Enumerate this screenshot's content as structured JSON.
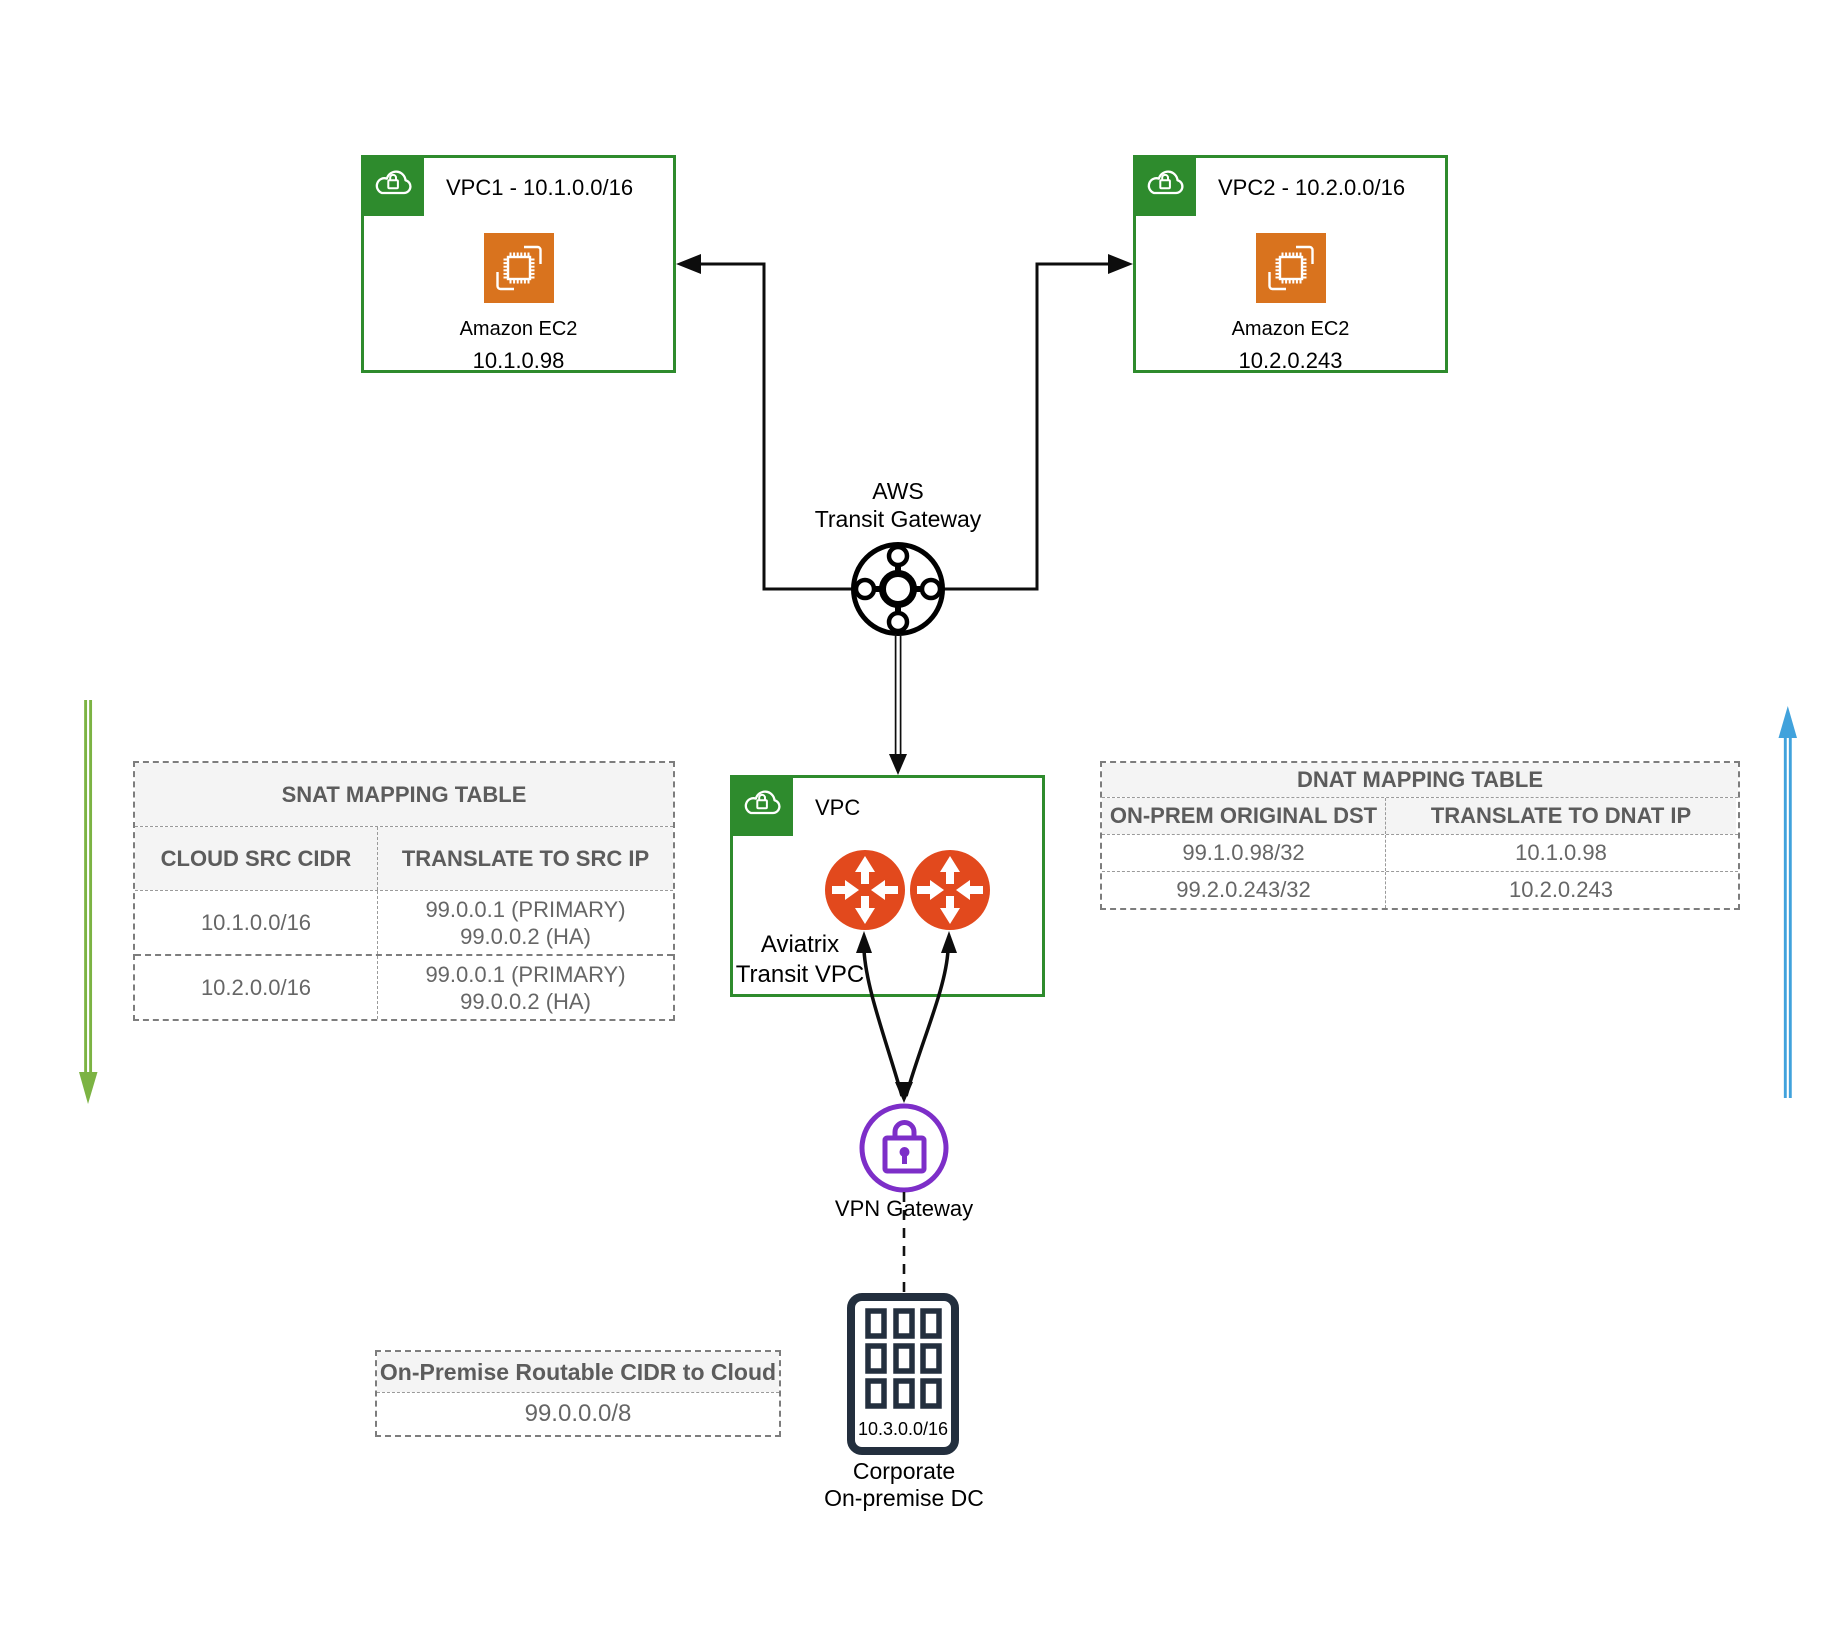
{
  "diagram": {
    "vpc1": {
      "title": "VPC1 - 10.1.0.0/16",
      "service": "Amazon EC2",
      "ip": "10.1.0.98"
    },
    "vpc2": {
      "title": "VPC2 - 10.2.0.0/16",
      "service": "Amazon EC2",
      "ip": "10.2.0.243"
    },
    "transit_gateway": {
      "label_line1": "AWS",
      "label_line2": "Transit Gateway"
    },
    "transit_vpc": {
      "title": "VPC",
      "label_line1": "Aviatrix",
      "label_line2": "Transit VPC"
    },
    "vpn_gateway": {
      "label": "VPN Gateway"
    },
    "datacenter": {
      "cidr": "10.3.0.0/16",
      "label_line1": "Corporate",
      "label_line2": "On-premise DC"
    }
  },
  "snat_table": {
    "title": "SNAT MAPPING TABLE",
    "columns": [
      "CLOUD SRC CIDR",
      "TRANSLATE TO SRC IP"
    ],
    "rows": [
      {
        "cidr": "10.1.0.0/16",
        "ip_primary": "99.0.0.1 (PRIMARY)",
        "ip_ha": "99.0.0.2 (HA)"
      },
      {
        "cidr": "10.2.0.0/16",
        "ip_primary": "99.0.0.1 (PRIMARY)",
        "ip_ha": "99.0.0.2 (HA)"
      }
    ]
  },
  "dnat_table": {
    "title": "DNAT MAPPING TABLE",
    "columns": [
      "ON-PREM ORIGINAL DST",
      "TRANSLATE TO DNAT IP"
    ],
    "rows": [
      {
        "dst": "99.1.0.98/32",
        "ip": "10.1.0.98"
      },
      {
        "dst": "99.2.0.243/32",
        "ip": "10.2.0.243"
      }
    ]
  },
  "onprem_table": {
    "title": "On-Premise Routable CIDR to Cloud",
    "rows": [
      {
        "cidr": "99.0.0.0/8"
      }
    ]
  },
  "icons": {
    "vpc_corner": "cloud-lock-icon",
    "compute": "ec2-chip-icon",
    "transit_gateway": "hub-spoke-icon",
    "aviatrix_gateway": "four-arrows-icon",
    "vpn_gateway": "padlock-icon",
    "datacenter": "building-icon"
  },
  "colors": {
    "vpc_green": "#2E8B2D",
    "ec2_orange": "#D9731E",
    "aviatrix_orange": "#E2491D",
    "vpn_purple": "#7D2EC8",
    "dc_navy": "#232F3E",
    "arrow_green": "#7CB343",
    "arrow_blue": "#41A2DC",
    "table_text": "#666666",
    "connector_black": "#0d0d0d"
  }
}
